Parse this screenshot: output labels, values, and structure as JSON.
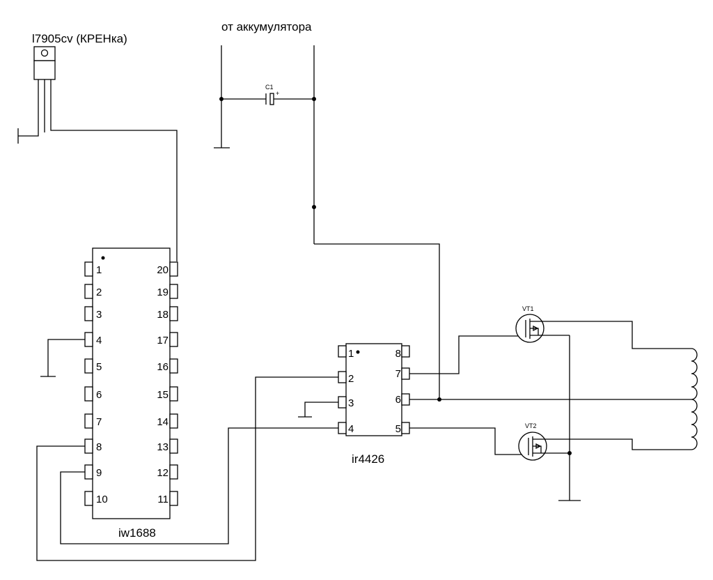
{
  "labels": {
    "regulator": "l7905cv (КРЕНка)",
    "battery": "от аккумулятора",
    "c1": "C1",
    "c1_plus": "+",
    "vt1": "VT1",
    "vt2": "VT2"
  },
  "ic1": {
    "name": "iw1688",
    "left_pins": [
      "1",
      "2",
      "3",
      "4",
      "5",
      "6",
      "7",
      "8",
      "9",
      "10"
    ],
    "right_pins": [
      "20",
      "19",
      "18",
      "17",
      "16",
      "15",
      "14",
      "13",
      "12",
      "11"
    ]
  },
  "ic2": {
    "name": "ir4426",
    "left_pins": [
      "1",
      "2",
      "3",
      "4"
    ],
    "right_pins": [
      "8",
      "7",
      "6",
      "5"
    ]
  },
  "colors": {
    "ink": "#000000",
    "background": "#ffffff"
  }
}
